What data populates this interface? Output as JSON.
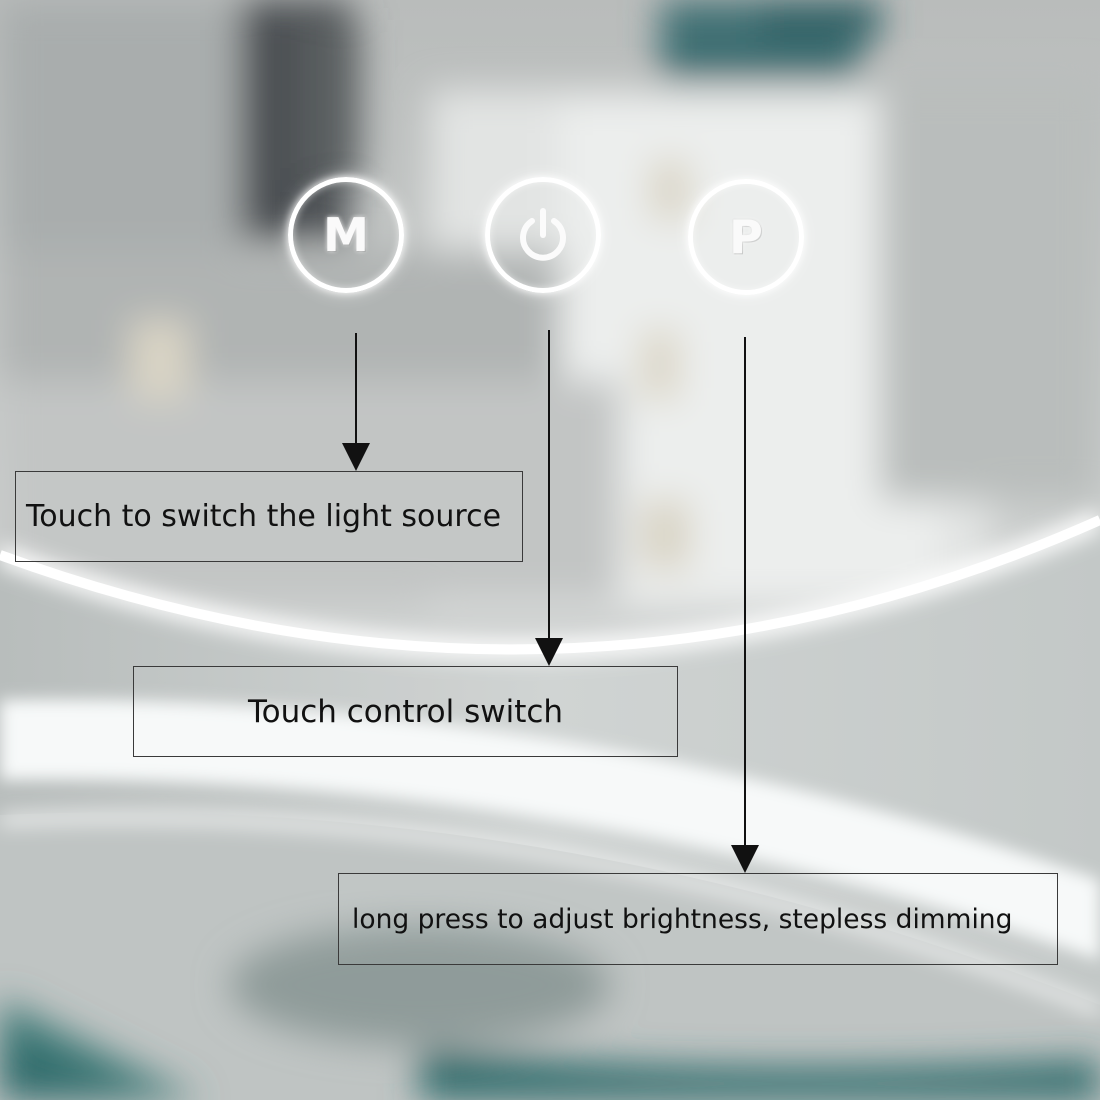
{
  "buttons": [
    {
      "id": "m",
      "text": "M"
    },
    {
      "id": "power",
      "icon": "power-icon"
    },
    {
      "id": "p",
      "text": "P"
    }
  ],
  "labels": {
    "light_source": "Touch to switch the light source",
    "control_switch": "Touch control switch",
    "brightness": "long press to adjust brightness, stepless dimming"
  },
  "colors": {
    "ring_glow": "#ffffff",
    "arrow": "#111111",
    "label_border": "#3a3a3a",
    "frame_teal": "#2f6b6a"
  }
}
